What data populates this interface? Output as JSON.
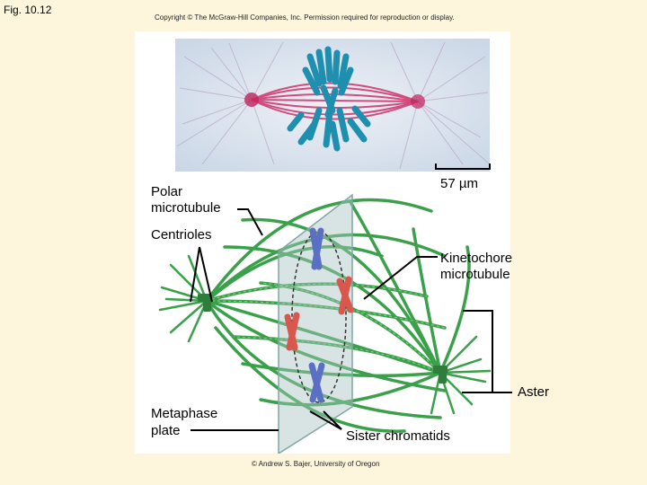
{
  "figure_label": "Fig. 10.12",
  "copyright": "Copyright © The McGraw-Hill Companies, Inc. Permission required for reproduction or display.",
  "scale_bar": "57 µm",
  "labels": {
    "polar_line1": "Polar",
    "polar_line2": "microtubule",
    "centrioles": "Centrioles",
    "kinetochore_line1": "Kinetochore",
    "kinetochore_line2": "microtubule",
    "aster": "Aster",
    "metaphase_line1": "Metaphase",
    "metaphase_line2": "plate",
    "sister_chromatids": "Sister chromatids"
  },
  "credit": "© Andrew S. Bajer, University of Oregon",
  "colors": {
    "microtubule": "#3aa04a",
    "microtubule_light": "#8fd08a",
    "chromosome_blue": "#5b6fc4",
    "chromosome_red": "#d9574c",
    "plate": "#a9c4c2",
    "micrograph_pink": "#d0306a",
    "micrograph_teal": "#1f8fb0"
  }
}
